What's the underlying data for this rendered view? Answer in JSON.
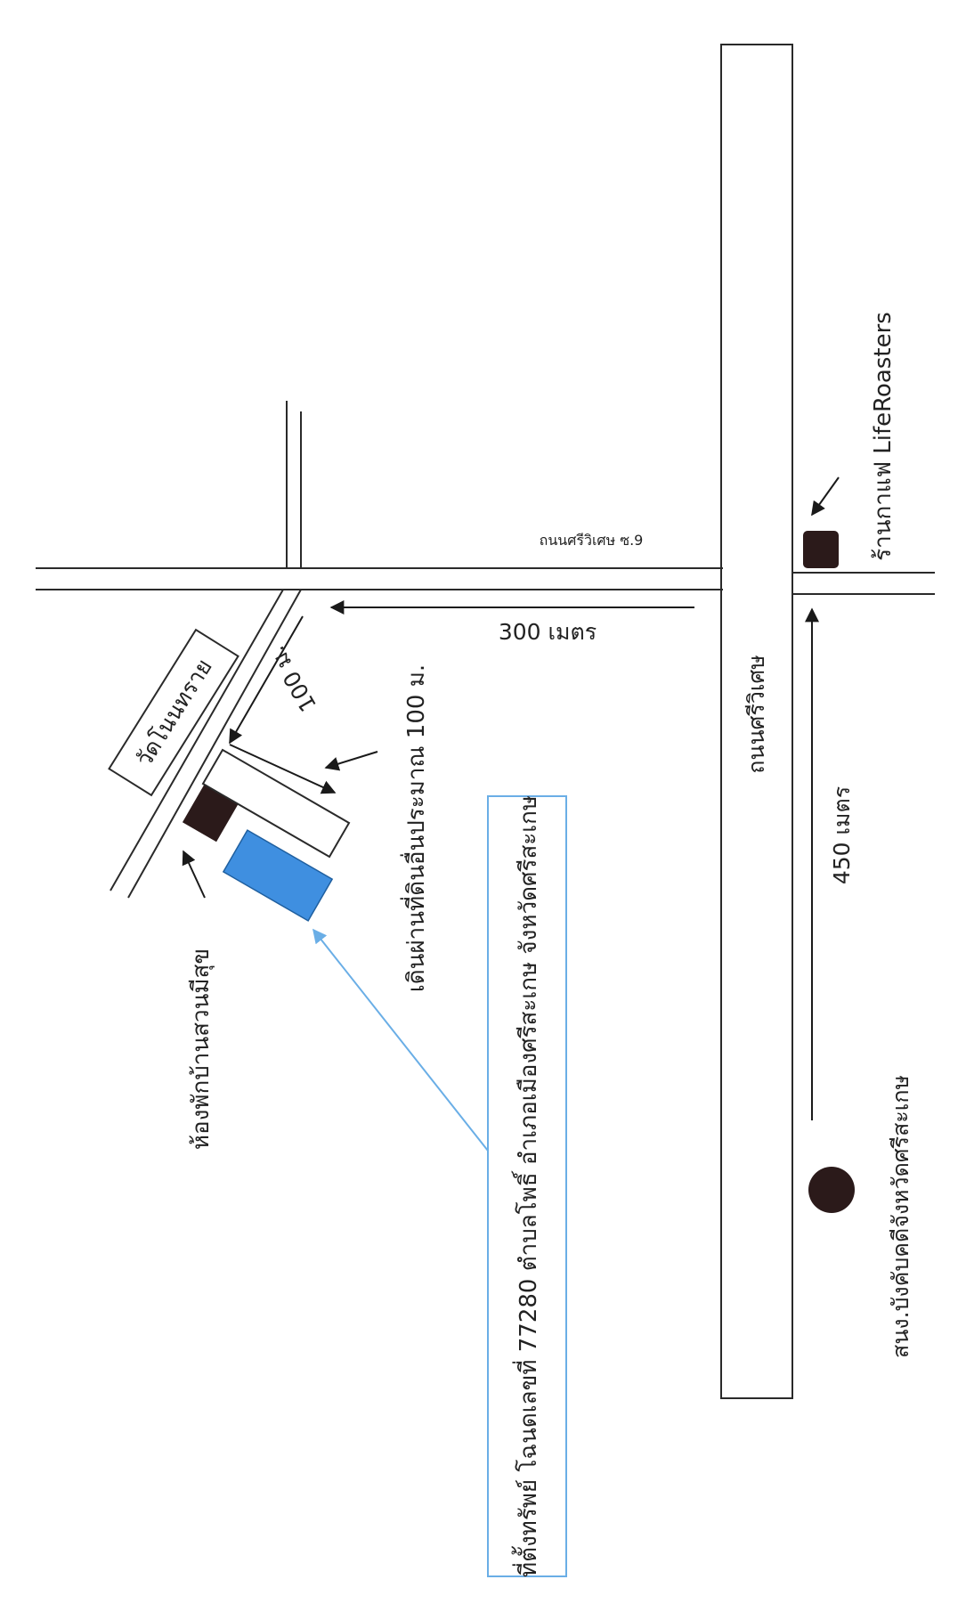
{
  "map": {
    "labels": {
      "road_main": "ถนนศรีวิเศษ",
      "road_soi": "ถนนศรีวิเศษ ซ.9",
      "cafe": "ร้านกาแฟ LifeRoasters",
      "office": "สนง.บังคับคดีจังหวัดศรีสะเกษ",
      "temple": "วัดโนนทราย",
      "dorm": "ห้องพักบ้านสวนมีสุข",
      "walkway": "เดินผ่านที่ดินอื่นประมาณ 100 ม.",
      "dist_300": "300 เมตร",
      "dist_450": "450 เมตร",
      "dist_100": "100 ม.",
      "property": "ที่ตั้งทรัพย์ โฉนดเลขที่ 77280 ตำบลโพธิ์ อำเภอเมืองศรีสะเกษ จังหวัดศรีสะเกษ"
    },
    "colors": {
      "property_fill": "#3f8fe0",
      "callout_border": "#6aaee6",
      "line": "#2a2a2a",
      "landmark": "#2b1a1a"
    },
    "icons": {
      "cafe": "square-marker",
      "office": "circle-marker"
    }
  }
}
